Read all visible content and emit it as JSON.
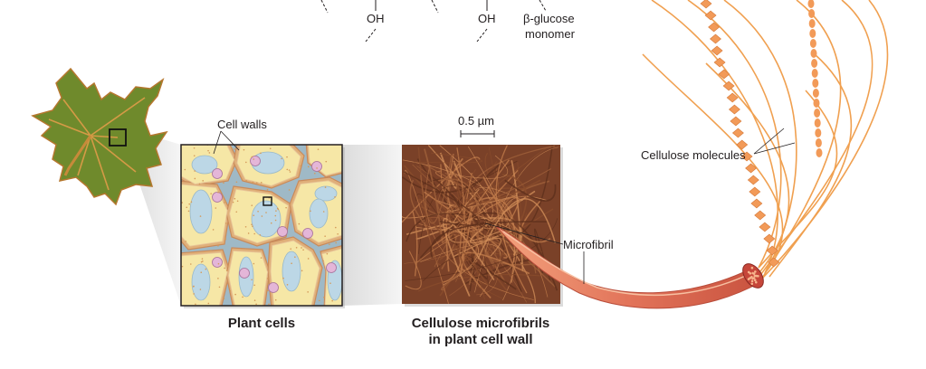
{
  "chem": {
    "oh_1": "OH",
    "oh_2": "OH",
    "monomer_line1": "β-glucose",
    "monomer_line2": "monomer"
  },
  "labels": {
    "cell_walls": "Cell walls",
    "scale_bar": "0.5 µm",
    "microfibril": "Microfibril",
    "cellulose_molecules": "Cellulose molecules"
  },
  "captions": {
    "plant_cells": "Plant cells",
    "microfibrils_line1": "Cellulose microfibrils",
    "microfibrils_line2": "in plant cell wall"
  },
  "colors": {
    "leaf": "#6f8a2c",
    "leaf_vein": "#c9862e",
    "cell_fill": "#f6e7a6",
    "cell_wall": "#e0b07a",
    "vacuole": "#bcd7e6",
    "nucleus": "#e4b6d8",
    "micrograph": "#8a4e30",
    "cellulose": "#f0a050"
  }
}
